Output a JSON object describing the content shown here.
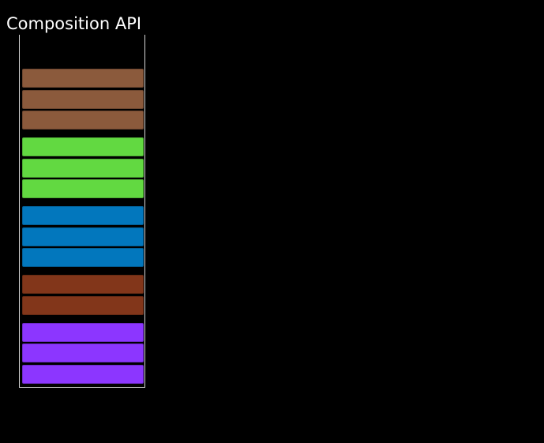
{
  "title": "Composition API",
  "groups": [
    {
      "color": "#8B5A3C",
      "count": 3
    },
    {
      "color": "#62D941",
      "count": 3
    },
    {
      "color": "#0277BD",
      "count": 3
    },
    {
      "color": "#82361A",
      "count": 2
    },
    {
      "color": "#8C36FF",
      "count": 3
    }
  ]
}
